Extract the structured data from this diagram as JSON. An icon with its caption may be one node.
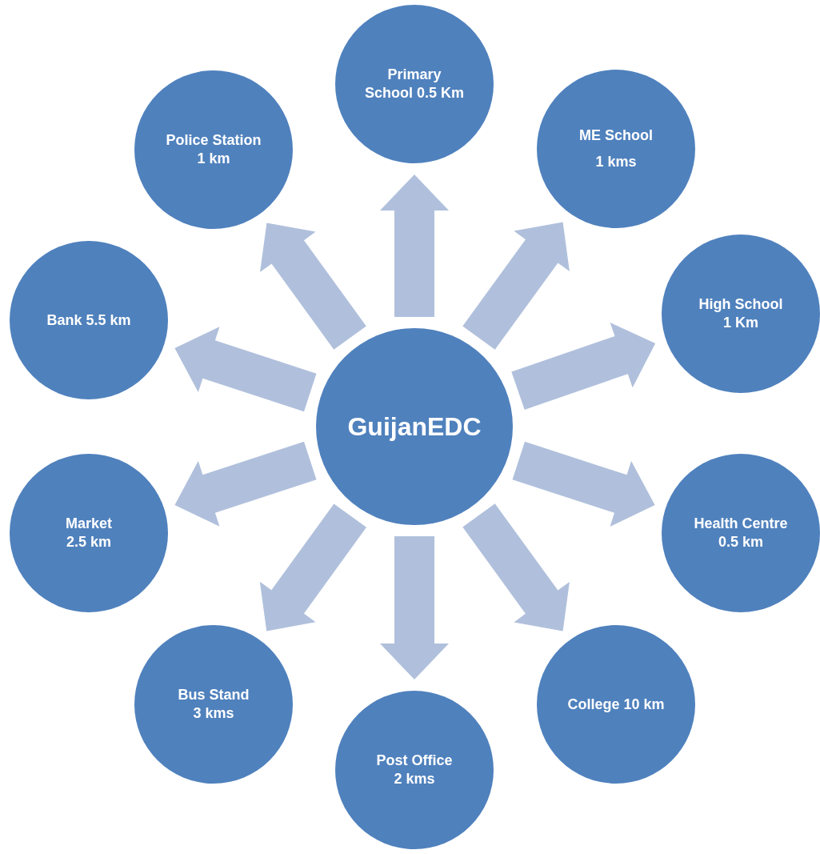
{
  "diagram": {
    "nodes": [
      {
        "text": [
          "GuijanEDC"
        ]
      },
      {
        "text": [
          "Primary School 0.5 Km"
        ]
      },
      {
        "text": [
          "ME School",
          "1 kms"
        ]
      },
      {
        "text": [
          "High School 1 Km"
        ]
      },
      {
        "text": [
          "Health Centre 0.5 km"
        ]
      },
      {
        "text": [
          "College 10 km"
        ]
      },
      {
        "text": [
          "Post Office 2 kms"
        ]
      },
      {
        "text": [
          "Bus Stand 3 kms"
        ]
      },
      {
        "text": [
          "Market 2.5 km"
        ]
      },
      {
        "text": [
          "Bank 5.5 km"
        ]
      },
      {
        "text": [
          "Police Station 1 km"
        ]
      }
    ],
    "edges": [
      {
        "from": 0,
        "to": 1,
        "arrow": "to"
      },
      {
        "from": 0,
        "to": 2,
        "arrow": "to"
      },
      {
        "from": 0,
        "to": 3,
        "arrow": "to"
      },
      {
        "from": 0,
        "to": 4,
        "arrow": "to"
      },
      {
        "from": 0,
        "to": 5,
        "arrow": "to"
      },
      {
        "from": 0,
        "to": 6,
        "arrow": "to"
      },
      {
        "from": 0,
        "to": 7,
        "arrow": "to"
      },
      {
        "from": 0,
        "to": 8,
        "arrow": "to"
      },
      {
        "from": 0,
        "to": 9,
        "arrow": "to"
      },
      {
        "from": 0,
        "to": 10,
        "arrow": "to"
      }
    ]
  }
}
